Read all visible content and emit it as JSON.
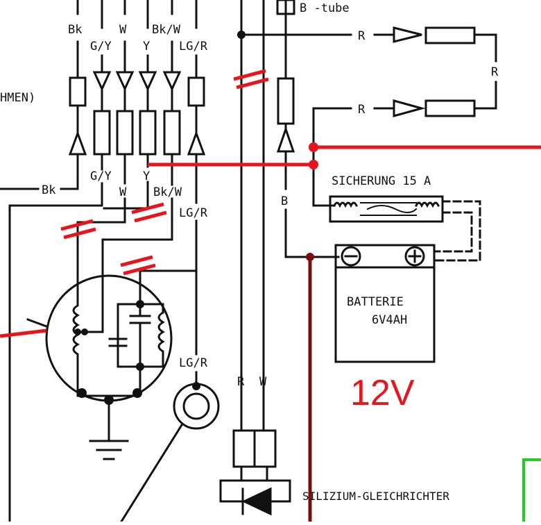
{
  "colors": {
    "ink": "#111111",
    "annotation_red": "#e8141c",
    "annotation_dark_red": "#7a0d0d",
    "annotation_green": "#22cc22",
    "background": "#ffffff"
  },
  "labels": {
    "b_tube": "B -tube",
    "hmen": "HMEN)",
    "top_wires": [
      "Bk",
      "G/Y",
      "W",
      "Y",
      "Bk/W",
      "LG/R"
    ],
    "mid_wires": [
      "Bk",
      "G/Y",
      "W",
      "Y",
      "Bk/W",
      "LG/R"
    ],
    "r_top": "R",
    "r_mid": "R",
    "r_side": "R",
    "b_wire": "B",
    "fuse": "SICHERUNG 15 A",
    "battery_title": "BATTERIE",
    "battery_spec": "6V4AH",
    "lgr_lamp": "LG/R",
    "rectifier_r": "R",
    "rectifier_w": "W",
    "rectifier": "SILIZIUM-GLEICHRICHTER"
  },
  "annotations": {
    "voltage": "12V"
  },
  "icons": [
    "fuse-icon",
    "battery-minus-icon",
    "battery-plus-icon",
    "diode-icon",
    "ground-icon",
    "coil-icon",
    "capacitor-icon",
    "indicator-lamp-icon"
  ]
}
